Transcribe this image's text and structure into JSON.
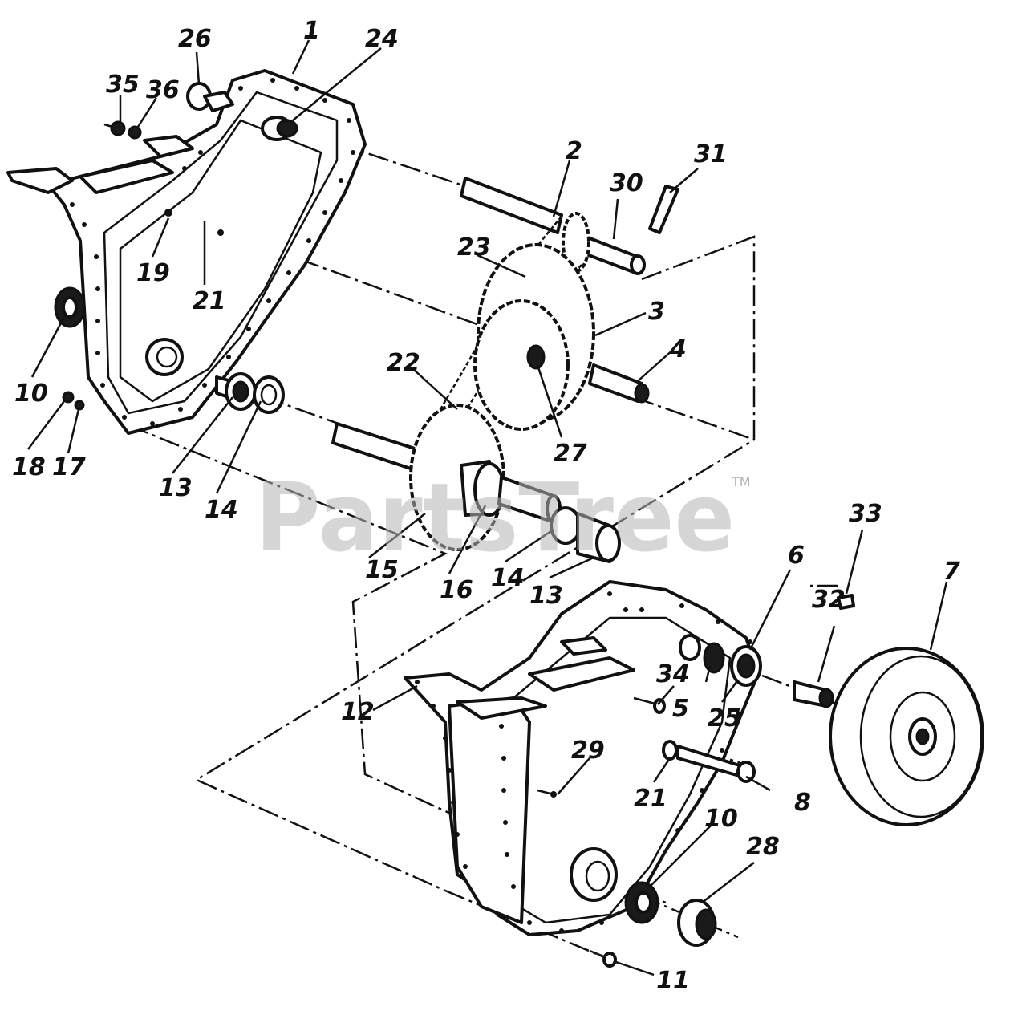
{
  "watermark": {
    "text": "PartsTree",
    "trademark": "TM"
  },
  "callouts": [
    "1",
    "2",
    "3",
    "4",
    "5",
    "6",
    "7",
    "8",
    "10",
    "10",
    "11",
    "12",
    "13",
    "13",
    "14",
    "14",
    "15",
    "16",
    "17",
    "18",
    "19",
    "21",
    "21",
    "22",
    "23",
    "24",
    "25",
    "26",
    "27",
    "28",
    "29",
    "30",
    "31",
    "32",
    "33",
    "34",
    "35",
    "36"
  ]
}
